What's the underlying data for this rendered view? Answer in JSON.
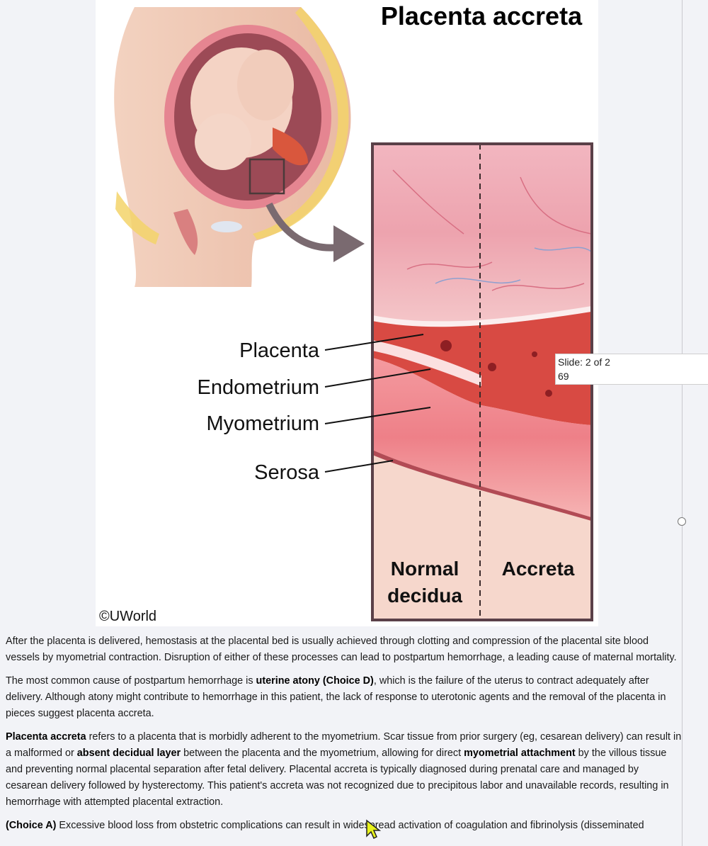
{
  "figure": {
    "title": "Placenta accreta",
    "labels": {
      "placenta": "Placenta",
      "endometrium": "Endometrium",
      "myometrium": "Myometrium",
      "serosa": "Serosa"
    },
    "panel_left": [
      "Normal",
      "decidua"
    ],
    "panel_right": "Accreta",
    "copyright": "©UWorld"
  },
  "tooltip": {
    "slide": "Slide: 2 of 2",
    "value": "69"
  },
  "explanation": {
    "p1": "After the placenta is delivered, hemostasis at the placental bed is usually achieved through clotting and compression of the placental site blood vessels by myometrial contraction.  Disruption of either of these processes can lead to postpartum hemorrhage, a leading cause of maternal mortality.",
    "p2": {
      "a": "The most common cause of postpartum hemorrhage is ",
      "b": "uterine atony (Choice D)",
      "c": ", which is the failure of the uterus to contract adequately after delivery.  Although atony might contribute to hemorrhage in this patient, the lack of response to uterotonic agents and the removal of the placenta in pieces suggest placenta accreta."
    },
    "p3": {
      "a": "Placenta accreta",
      "b": " refers to a placenta that is morbidly adherent to the myometrium.  Scar tissue from prior surgery (eg, cesarean delivery) can result in a malformed or ",
      "c": "absent decidual layer",
      "d": " between the placenta and the myometrium, allowing for direct ",
      "e": "myometrial attachment",
      "f": " by the villous tissue and preventing normal placental separation after fetal delivery.  Placental accreta is typically diagnosed during prenatal care and managed by cesarean delivery followed by hysterectomy.  This patient's accreta was not recognized due to precipitous labor and unavailable records, resulting in hemorrhage with attempted placental extraction."
    },
    "p4": {
      "a": "(Choice A)",
      "b": "  Excessive blood loss from obstetric complications can result in widespread activation of coagulation and fibrinolysis (disseminated"
    }
  }
}
